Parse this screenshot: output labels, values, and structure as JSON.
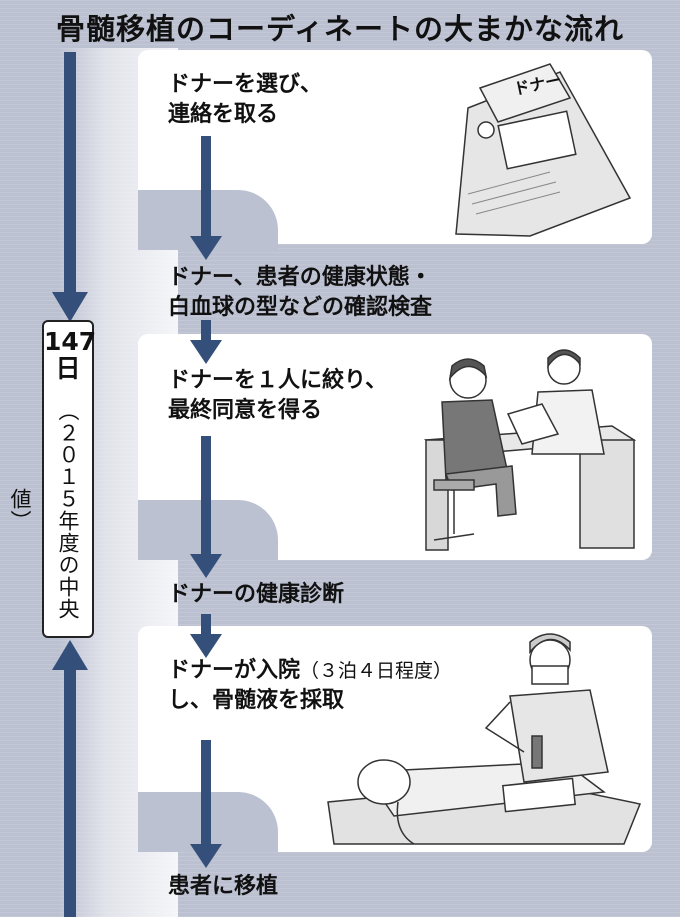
{
  "title": "骨髄移植のコーディネートの大まかな流れ",
  "duration": {
    "days": "147",
    "unit": "日",
    "note": "（２０１５年度の中央値）"
  },
  "steps": [
    {
      "text": "ドナーを選び、\n連絡を取る"
    },
    {
      "text": "ドナー、患者の健康状態・\n白血球の型などの確認検査"
    },
    {
      "text": "ドナーを１人に絞り、\n最終同意を得る"
    },
    {
      "text": "ドナーの健康診断"
    },
    {
      "text_main": "ドナーが入院",
      "text_paren": "（３泊４日程度）",
      "text_line2": "し、骨髄液を採取"
    },
    {
      "text": "患者に移植"
    }
  ],
  "illustrations": {
    "envelope_label": "ドナー"
  },
  "colors": {
    "background": "#bcc1d1",
    "arrow": "#34507a",
    "panel": "#ffffff"
  }
}
